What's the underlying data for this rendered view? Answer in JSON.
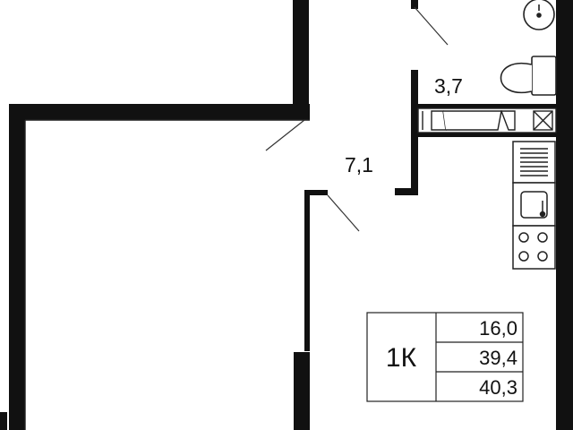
{
  "plan": {
    "title": "",
    "rooms": [
      {
        "id": "bathroom",
        "area": "3,7"
      },
      {
        "id": "hallway",
        "area": "7,1"
      }
    ]
  },
  "summary": {
    "type": "1К",
    "living_area": "16,0",
    "total_area": "39,4",
    "total_area_with_balcony": "40,3"
  },
  "colors": {
    "wall": "#111111",
    "line": "#222222",
    "background": "#ffffff"
  }
}
